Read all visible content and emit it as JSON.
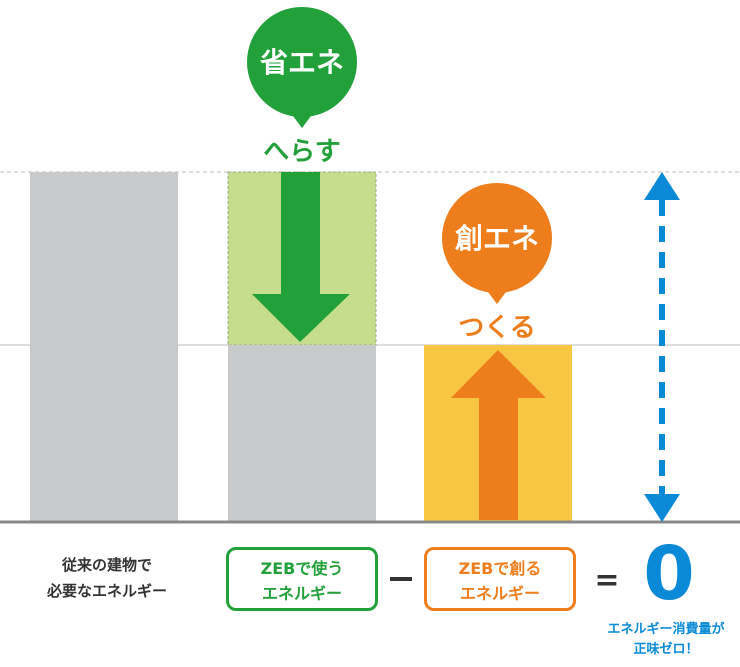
{
  "badges": {
    "save": {
      "label": "省エネ",
      "color": "#22a03a"
    },
    "create": {
      "label": "創エネ",
      "color": "#ee7d1c"
    }
  },
  "actions": {
    "reduce": "へらす",
    "make": "つくる"
  },
  "equation": {
    "conventional_line1": "従来の建物で",
    "conventional_line2": "必要なエネルギー",
    "used_line1": "ZEBで使う",
    "used_line2": "エネルギー",
    "created_line1": "ZEBで創る",
    "created_line2": "エネルギー",
    "result": "0",
    "result_note_line1": "エネルギー消費量が",
    "result_note_line2": "正味ゼロ！"
  },
  "colors": {
    "gray_bar": "#c8c9ca",
    "light_green": "#c5dd8c",
    "green": "#22a03a",
    "orange": "#ee7d1c",
    "yellow": "#f7c642",
    "blue": "#0a8ad6"
  }
}
